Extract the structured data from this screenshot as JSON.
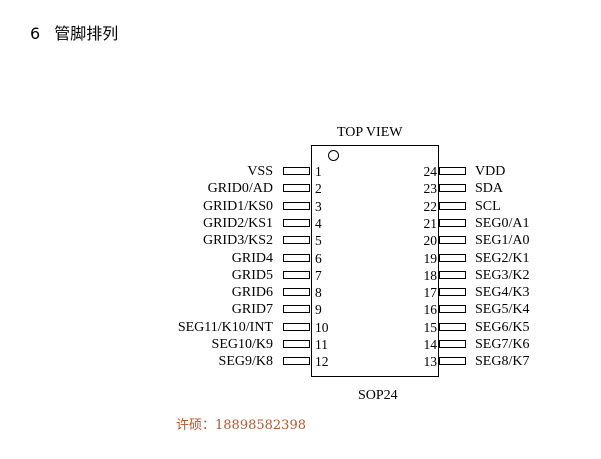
{
  "heading": {
    "number": "6",
    "title": "管脚排列"
  },
  "view_label": "TOP VIEW",
  "package_label": "SOP24",
  "left_pins": [
    {
      "number": "1",
      "name": "VSS"
    },
    {
      "number": "2",
      "name": "GRID0/AD"
    },
    {
      "number": "3",
      "name": "GRID1/KS0"
    },
    {
      "number": "4",
      "name": "GRID2/KS1"
    },
    {
      "number": "5",
      "name": "GRID3/KS2"
    },
    {
      "number": "6",
      "name": "GRID4"
    },
    {
      "number": "7",
      "name": "GRID5"
    },
    {
      "number": "8",
      "name": "GRID6"
    },
    {
      "number": "9",
      "name": "GRID7"
    },
    {
      "number": "10",
      "name": "SEG11/K10/INT"
    },
    {
      "number": "11",
      "name": "SEG10/K9"
    },
    {
      "number": "12",
      "name": "SEG9/K8"
    }
  ],
  "right_pins": [
    {
      "number": "24",
      "name": "VDD"
    },
    {
      "number": "23",
      "name": "SDA"
    },
    {
      "number": "22",
      "name": "SCL"
    },
    {
      "number": "21",
      "name": "SEG0/A1"
    },
    {
      "number": "20",
      "name": "SEG1/A0"
    },
    {
      "number": "19",
      "name": "SEG2/K1"
    },
    {
      "number": "18",
      "name": "SEG3/K2"
    },
    {
      "number": "17",
      "name": "SEG4/K3"
    },
    {
      "number": "16",
      "name": "SEG5/K4"
    },
    {
      "number": "15",
      "name": "SEG6/K5"
    },
    {
      "number": "14",
      "name": "SEG7/K6"
    },
    {
      "number": "13",
      "name": "SEG8/K7"
    }
  ],
  "footer": "许硕：18898582398",
  "colors": {
    "footer": "#b5562e",
    "text": "#000000"
  }
}
